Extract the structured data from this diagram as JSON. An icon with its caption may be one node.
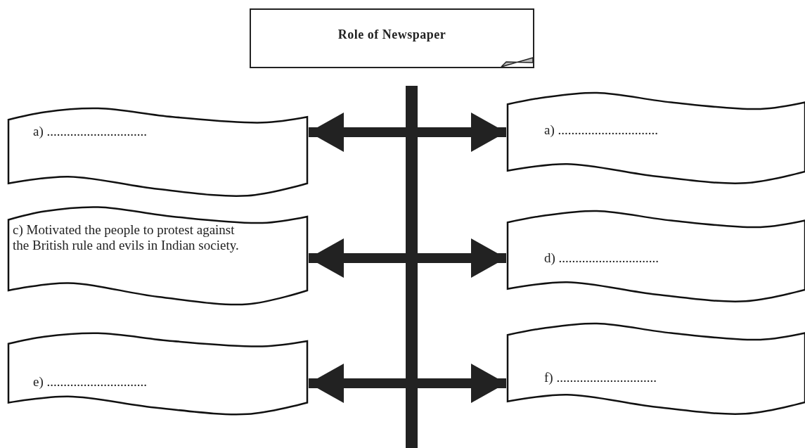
{
  "diagram": {
    "nodes": [
      {
        "text": [
          "Role of Newspaper"
        ]
      },
      {
        "text": [],
        "shape": "bar"
      },
      {
        "text": [
          "a) .............................."
        ]
      },
      {
        "text": [
          "a) .............................."
        ]
      },
      {
        "text": [
          "c) Motivated the people to protest against the British rule and evils in Indian society."
        ]
      },
      {
        "text": [
          "d) .............................."
        ]
      },
      {
        "text": [
          "e) .............................."
        ]
      },
      {
        "text": [
          "f) .............................."
        ]
      }
    ],
    "edges": [
      {
        "from": 1,
        "to": 2,
        "arrow": "to"
      },
      {
        "from": 1,
        "to": 3,
        "arrow": "to"
      },
      {
        "from": 1,
        "to": 4,
        "arrow": "to"
      },
      {
        "from": 1,
        "to": 5,
        "arrow": "to"
      },
      {
        "from": 1,
        "to": 6,
        "arrow": "to"
      },
      {
        "from": 1,
        "to": 7,
        "arrow": "to"
      }
    ]
  }
}
